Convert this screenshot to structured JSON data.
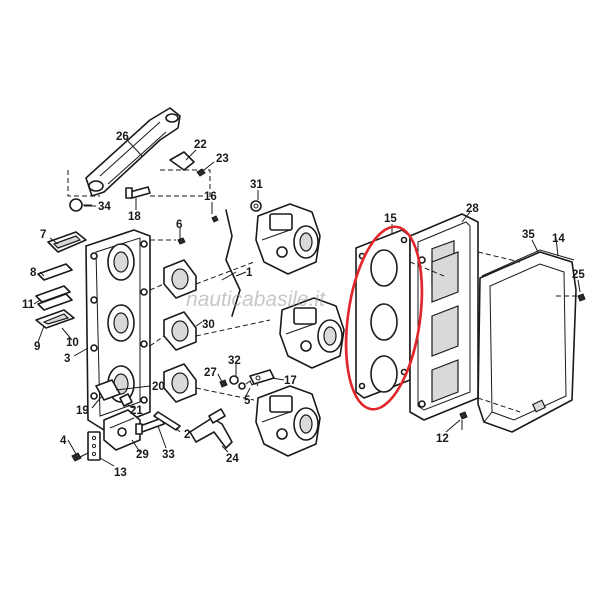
{
  "watermark": "nauticabasile.it",
  "highlight": {
    "part": "15",
    "color": "#e0262b"
  },
  "callouts": {
    "c1": "1",
    "c2": "2",
    "c3": "3",
    "c4": "4",
    "c5": "5",
    "c6": "6",
    "c7": "7",
    "c8": "8",
    "c9": "9",
    "c10": "10",
    "c11": "11",
    "c12": "12",
    "c13": "13",
    "c14": "14",
    "c15": "15",
    "c16": "16",
    "c17": "17",
    "c18": "18",
    "c19": "19",
    "c20": "20",
    "c21": "21",
    "c22": "22",
    "c23": "23",
    "c24": "24",
    "c25": "25",
    "c26": "26",
    "c27": "27",
    "c28": "28",
    "c29": "29",
    "c30": "30",
    "c31": "31",
    "c32": "32",
    "c33": "33",
    "c34": "34",
    "c35": "35"
  }
}
